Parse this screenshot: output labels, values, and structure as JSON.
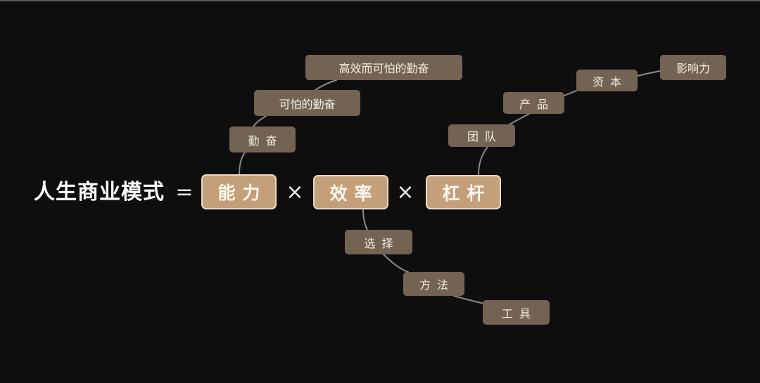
{
  "formula": {
    "title": "人生商业模式",
    "equals": "=",
    "times_1": "×",
    "times_2": "×",
    "factors": [
      {
        "id": "ability",
        "label": "能力"
      },
      {
        "id": "efficiency",
        "label": "效率"
      },
      {
        "id": "leverage",
        "label": "杠杆"
      }
    ]
  },
  "branches": {
    "ability": [
      "勤奋",
      "可怕的勤奋",
      "高效而可怕的勤奋"
    ],
    "efficiency": [
      "选择",
      "方法",
      "工具"
    ],
    "leverage": [
      "团队",
      "产品",
      "资本",
      "影响力"
    ]
  },
  "colors": {
    "background": "#0e0e0f",
    "main_box": "#c4a07a",
    "main_box_border": "#ead9c3",
    "node_box": "#736352",
    "connector": "#8a8a8a",
    "text": "#ffffff"
  }
}
